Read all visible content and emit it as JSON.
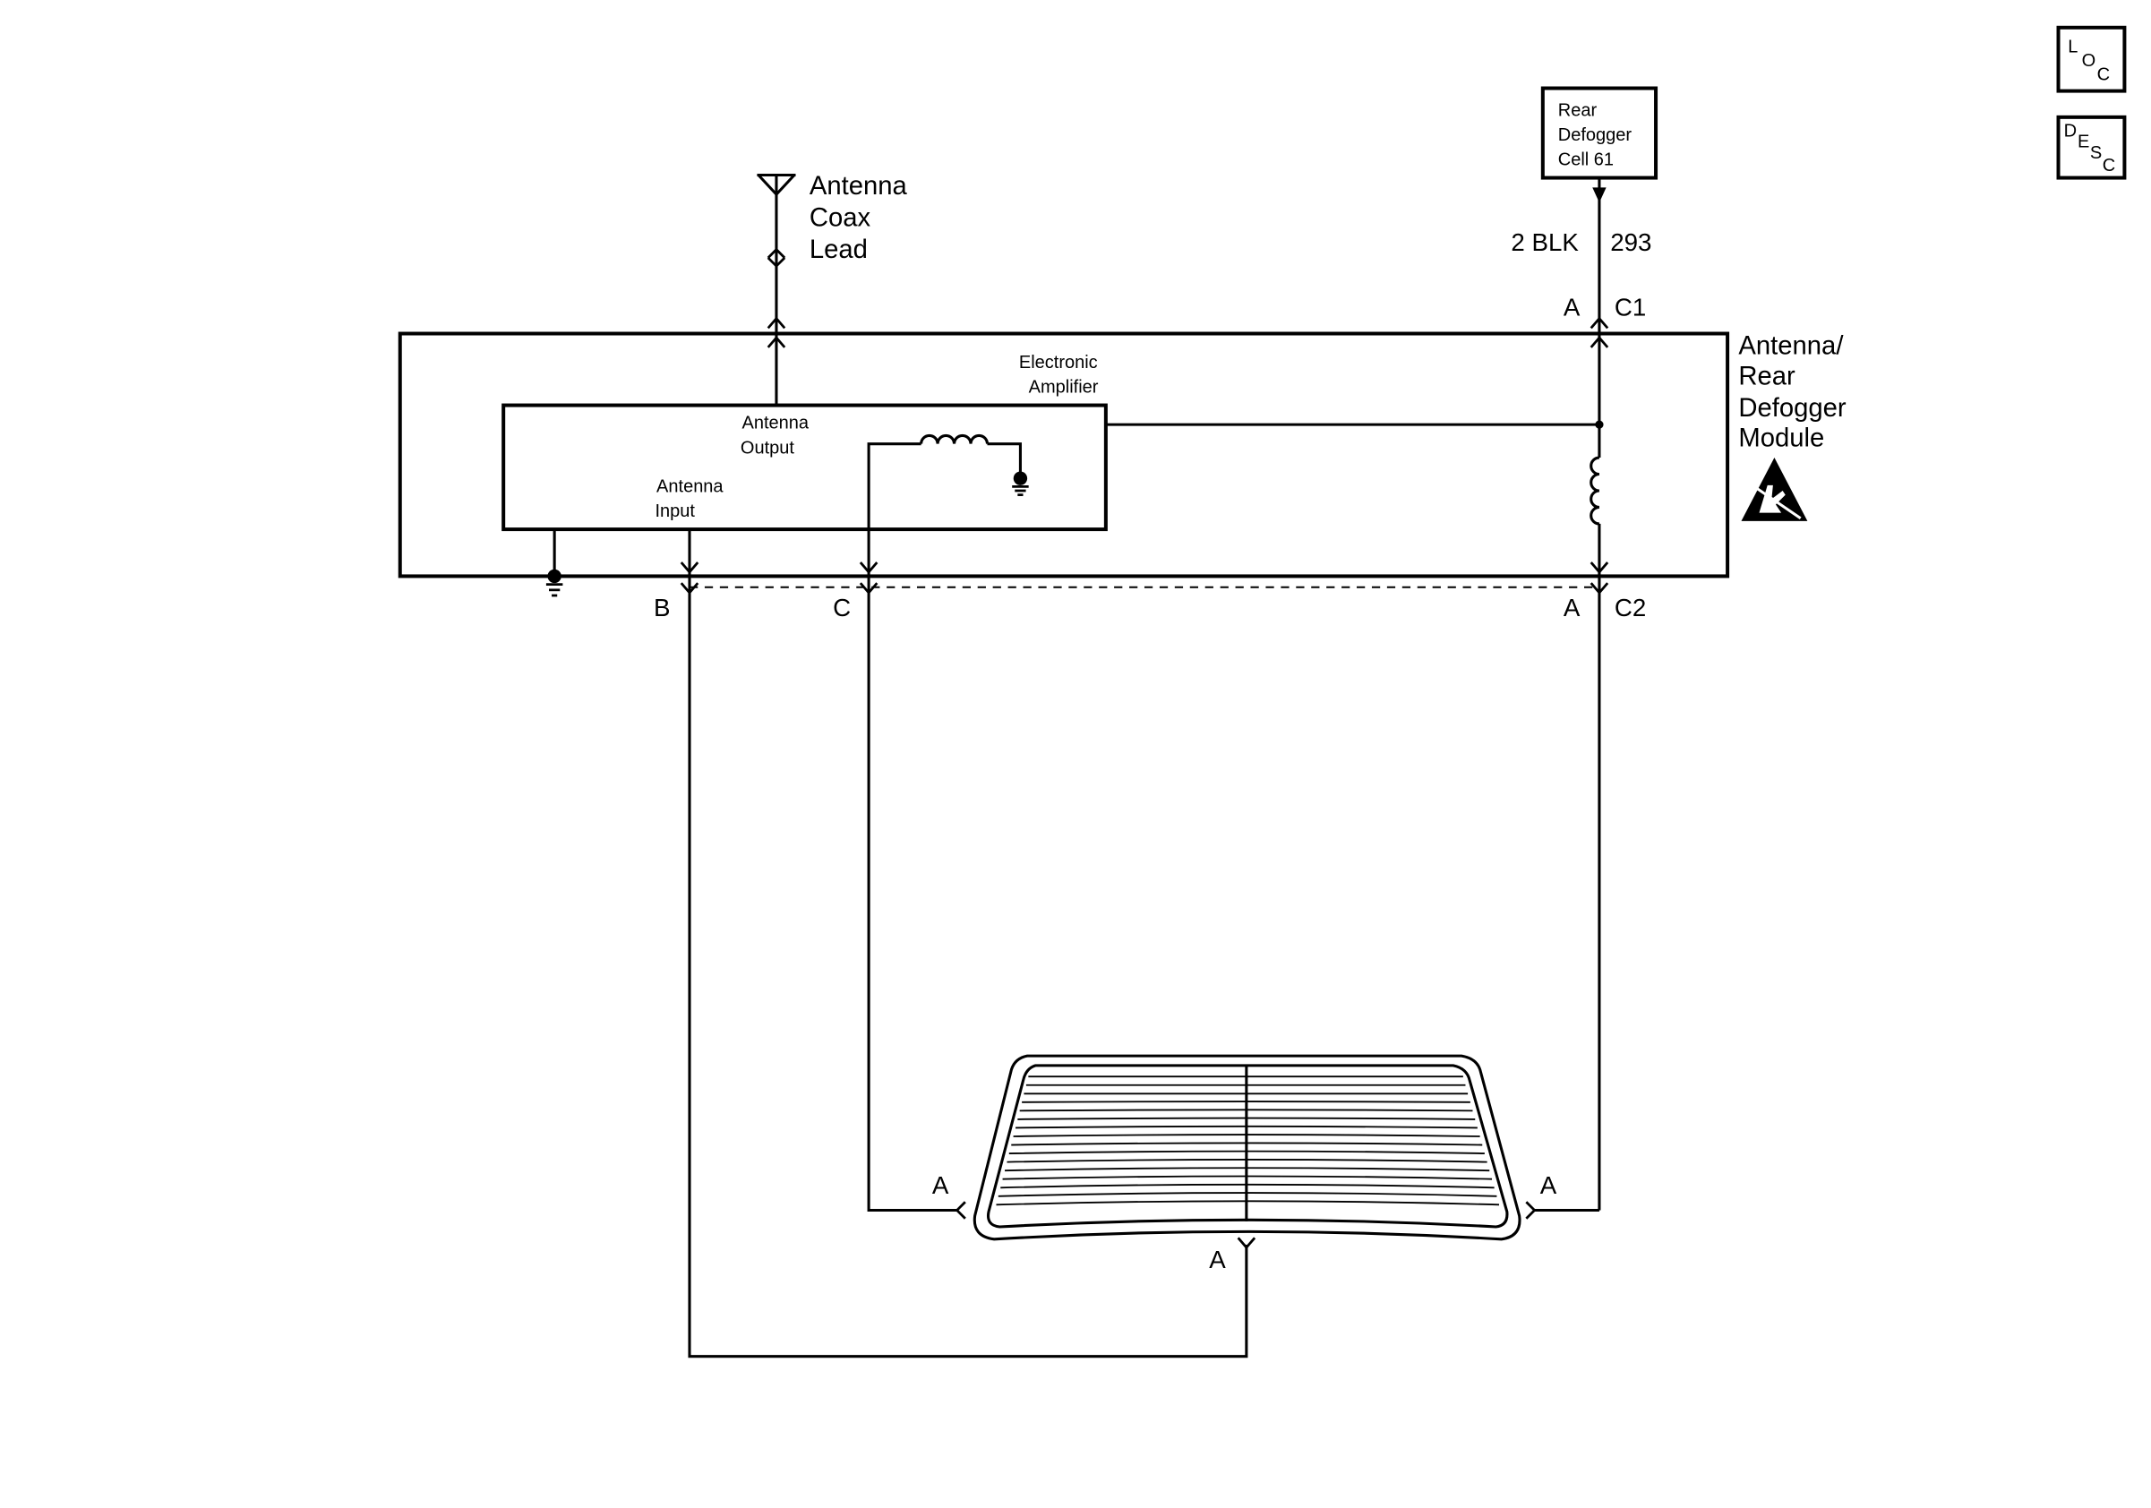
{
  "colors": {
    "line": "#000000",
    "background": "#ffffff"
  },
  "icons": {
    "loc": [
      "L",
      "O",
      "C"
    ],
    "desc": [
      "D",
      "E",
      "S",
      "C"
    ],
    "esd": "esd-sensitive-icon",
    "ground": "ground-icon",
    "antenna": "antenna-icon"
  },
  "rear_defogger_box": {
    "lines": [
      "Rear",
      "Defogger",
      "Cell 61"
    ]
  },
  "wire": {
    "gauge_color": "2 BLK",
    "circuit": "293"
  },
  "connector_c1": {
    "cavity": "A",
    "name": "C1"
  },
  "antenna_lead": {
    "lines": [
      "Antenna",
      "Coax",
      "Lead"
    ]
  },
  "module": {
    "lines": [
      "Antenna/",
      "Rear",
      "Defogger",
      "Module"
    ]
  },
  "amplifier": {
    "lines": [
      "Electronic",
      "Amplifier"
    ]
  },
  "antenna_output": {
    "lines": [
      "Antenna",
      "Output"
    ]
  },
  "antenna_input": {
    "lines": [
      "Antenna",
      "Input"
    ]
  },
  "connector_c2": {
    "cavities": [
      "B",
      "C",
      "A"
    ],
    "name": "C2"
  },
  "window": {
    "connectors": [
      "A",
      "A",
      "A"
    ]
  }
}
